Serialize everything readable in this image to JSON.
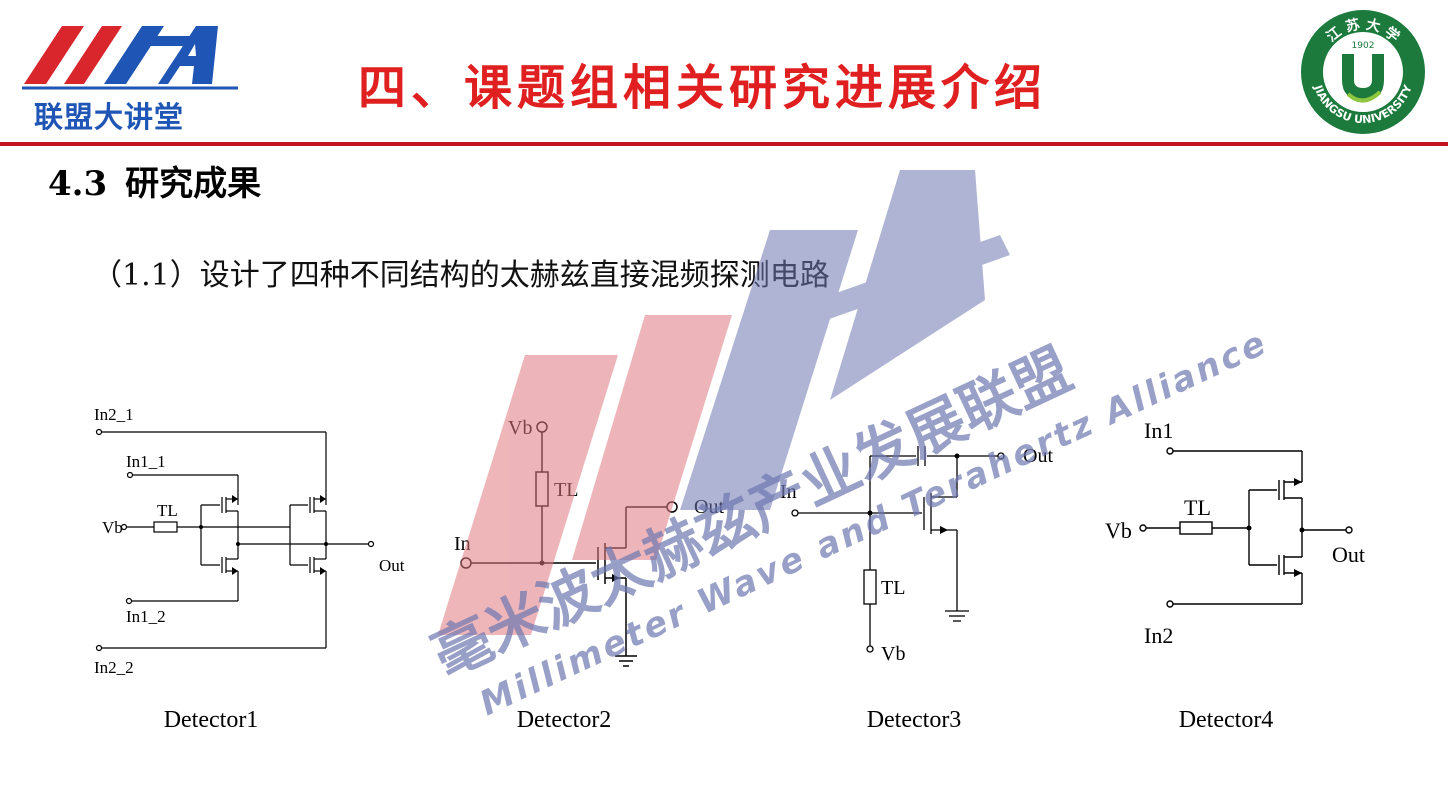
{
  "header": {
    "logo_caption": "联盟大讲堂",
    "title": "四、课题组相关研究进展介绍",
    "seal": {
      "top_text": "江 苏 大 学",
      "year": "1902",
      "bottom_text": "JIANGSU UNIVERSITY",
      "letter": "U"
    }
  },
  "section": {
    "number": "4.3",
    "title": "研究成果"
  },
  "point": "（1.1）设计了四种不同结构的太赫兹直接混频探测电路",
  "detectors": [
    {
      "caption": "Detector1",
      "labels": {
        "in2_1": "In2_1",
        "in1_1": "In1_1",
        "tl": "TL",
        "vb": "Vb",
        "out": "Out",
        "in1_2": "In1_2",
        "in2_2": "In2_2"
      }
    },
    {
      "caption": "Detector2",
      "labels": {
        "vb": "Vb",
        "tl": "TL",
        "out": "Out",
        "in": "In"
      }
    },
    {
      "caption": "Detector3",
      "labels": {
        "out": "Out",
        "in": "In",
        "tl": "TL",
        "vb": "Vb"
      }
    },
    {
      "caption": "Detector4",
      "labels": {
        "in1": "In1",
        "tl": "TL",
        "vb": "Vb",
        "out": "Out",
        "in2": "In2"
      }
    }
  ],
  "watermark": {
    "line_cn": "毫米波太赫兹产业发展联盟",
    "line_en": "Millimeter Wave and Terahertz Alliance"
  },
  "colors": {
    "title_red": "#e02020",
    "rule_red": "#c5121f",
    "logo_blue": "#1f55b5",
    "seal_green": "#1c7a3c"
  }
}
